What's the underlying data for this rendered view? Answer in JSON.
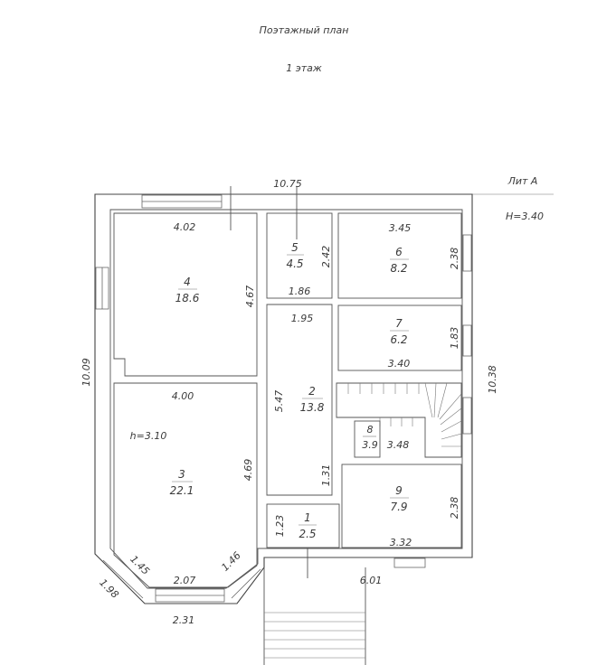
{
  "header": {
    "title": "Поэтажный план",
    "floor": "1 этаж",
    "lit": "Лит А",
    "height": "Н=3.40"
  },
  "overall": {
    "top_width": "10.75",
    "left_height": "10.09",
    "right_height": "10.38",
    "bottom_width": "6.01",
    "bay_side_left": "1.98",
    "bay_bottom": "2.31"
  },
  "rooms": {
    "r1": {
      "num": "1",
      "area": "2.5",
      "dim_a": "1.23"
    },
    "r2": {
      "num": "2",
      "area": "13.8",
      "dim_top": "1.95",
      "dim_left": "5.47",
      "dim_right": "1.31"
    },
    "r3": {
      "num": "3",
      "area": "22.1",
      "dim_top": "4.00",
      "dim_right": "4.69",
      "dim_bay_left": "1.45",
      "dim_bay_bottom": "2.07",
      "dim_bay_right": "1.46",
      "ceiling": "h=3.10"
    },
    "r4": {
      "num": "4",
      "area": "18.6",
      "dim_top": "4.02",
      "dim_right": "4.67"
    },
    "r5": {
      "num": "5",
      "area": "4.5",
      "dim_right": "2.42",
      "dim_bottom": "1.86"
    },
    "r6": {
      "num": "6",
      "area": "8.2",
      "dim_top": "3.45",
      "dim_right": "2.38"
    },
    "r7": {
      "num": "7",
      "area": "6.2",
      "dim_right": "1.83",
      "dim_bottom": "3.40"
    },
    "r8": {
      "num": "8",
      "area": "3.9",
      "dim_right": "3.48"
    },
    "r9": {
      "num": "9",
      "area": "7.9",
      "dim_right": "2.38",
      "dim_bottom": "3.32"
    }
  }
}
